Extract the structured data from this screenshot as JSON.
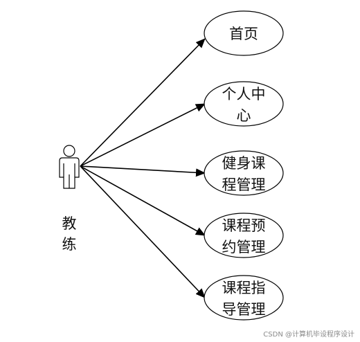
{
  "diagram": {
    "actor": {
      "name_lines": [
        "教",
        "练"
      ],
      "icon": "stick-figure-user-icon"
    },
    "use_cases": [
      {
        "id": "home",
        "lines": [
          "首页"
        ]
      },
      {
        "id": "personal-center",
        "lines": [
          "个人中",
          "心"
        ]
      },
      {
        "id": "fitness-course-management",
        "lines": [
          "健身课",
          "程管理"
        ]
      },
      {
        "id": "course-booking-management",
        "lines": [
          "课程预",
          "约管理"
        ]
      },
      {
        "id": "course-guidance-management",
        "lines": [
          "课程指",
          "导管理"
        ]
      }
    ]
  },
  "watermark": {
    "text": "CSDN @计算机毕设程序设计"
  }
}
